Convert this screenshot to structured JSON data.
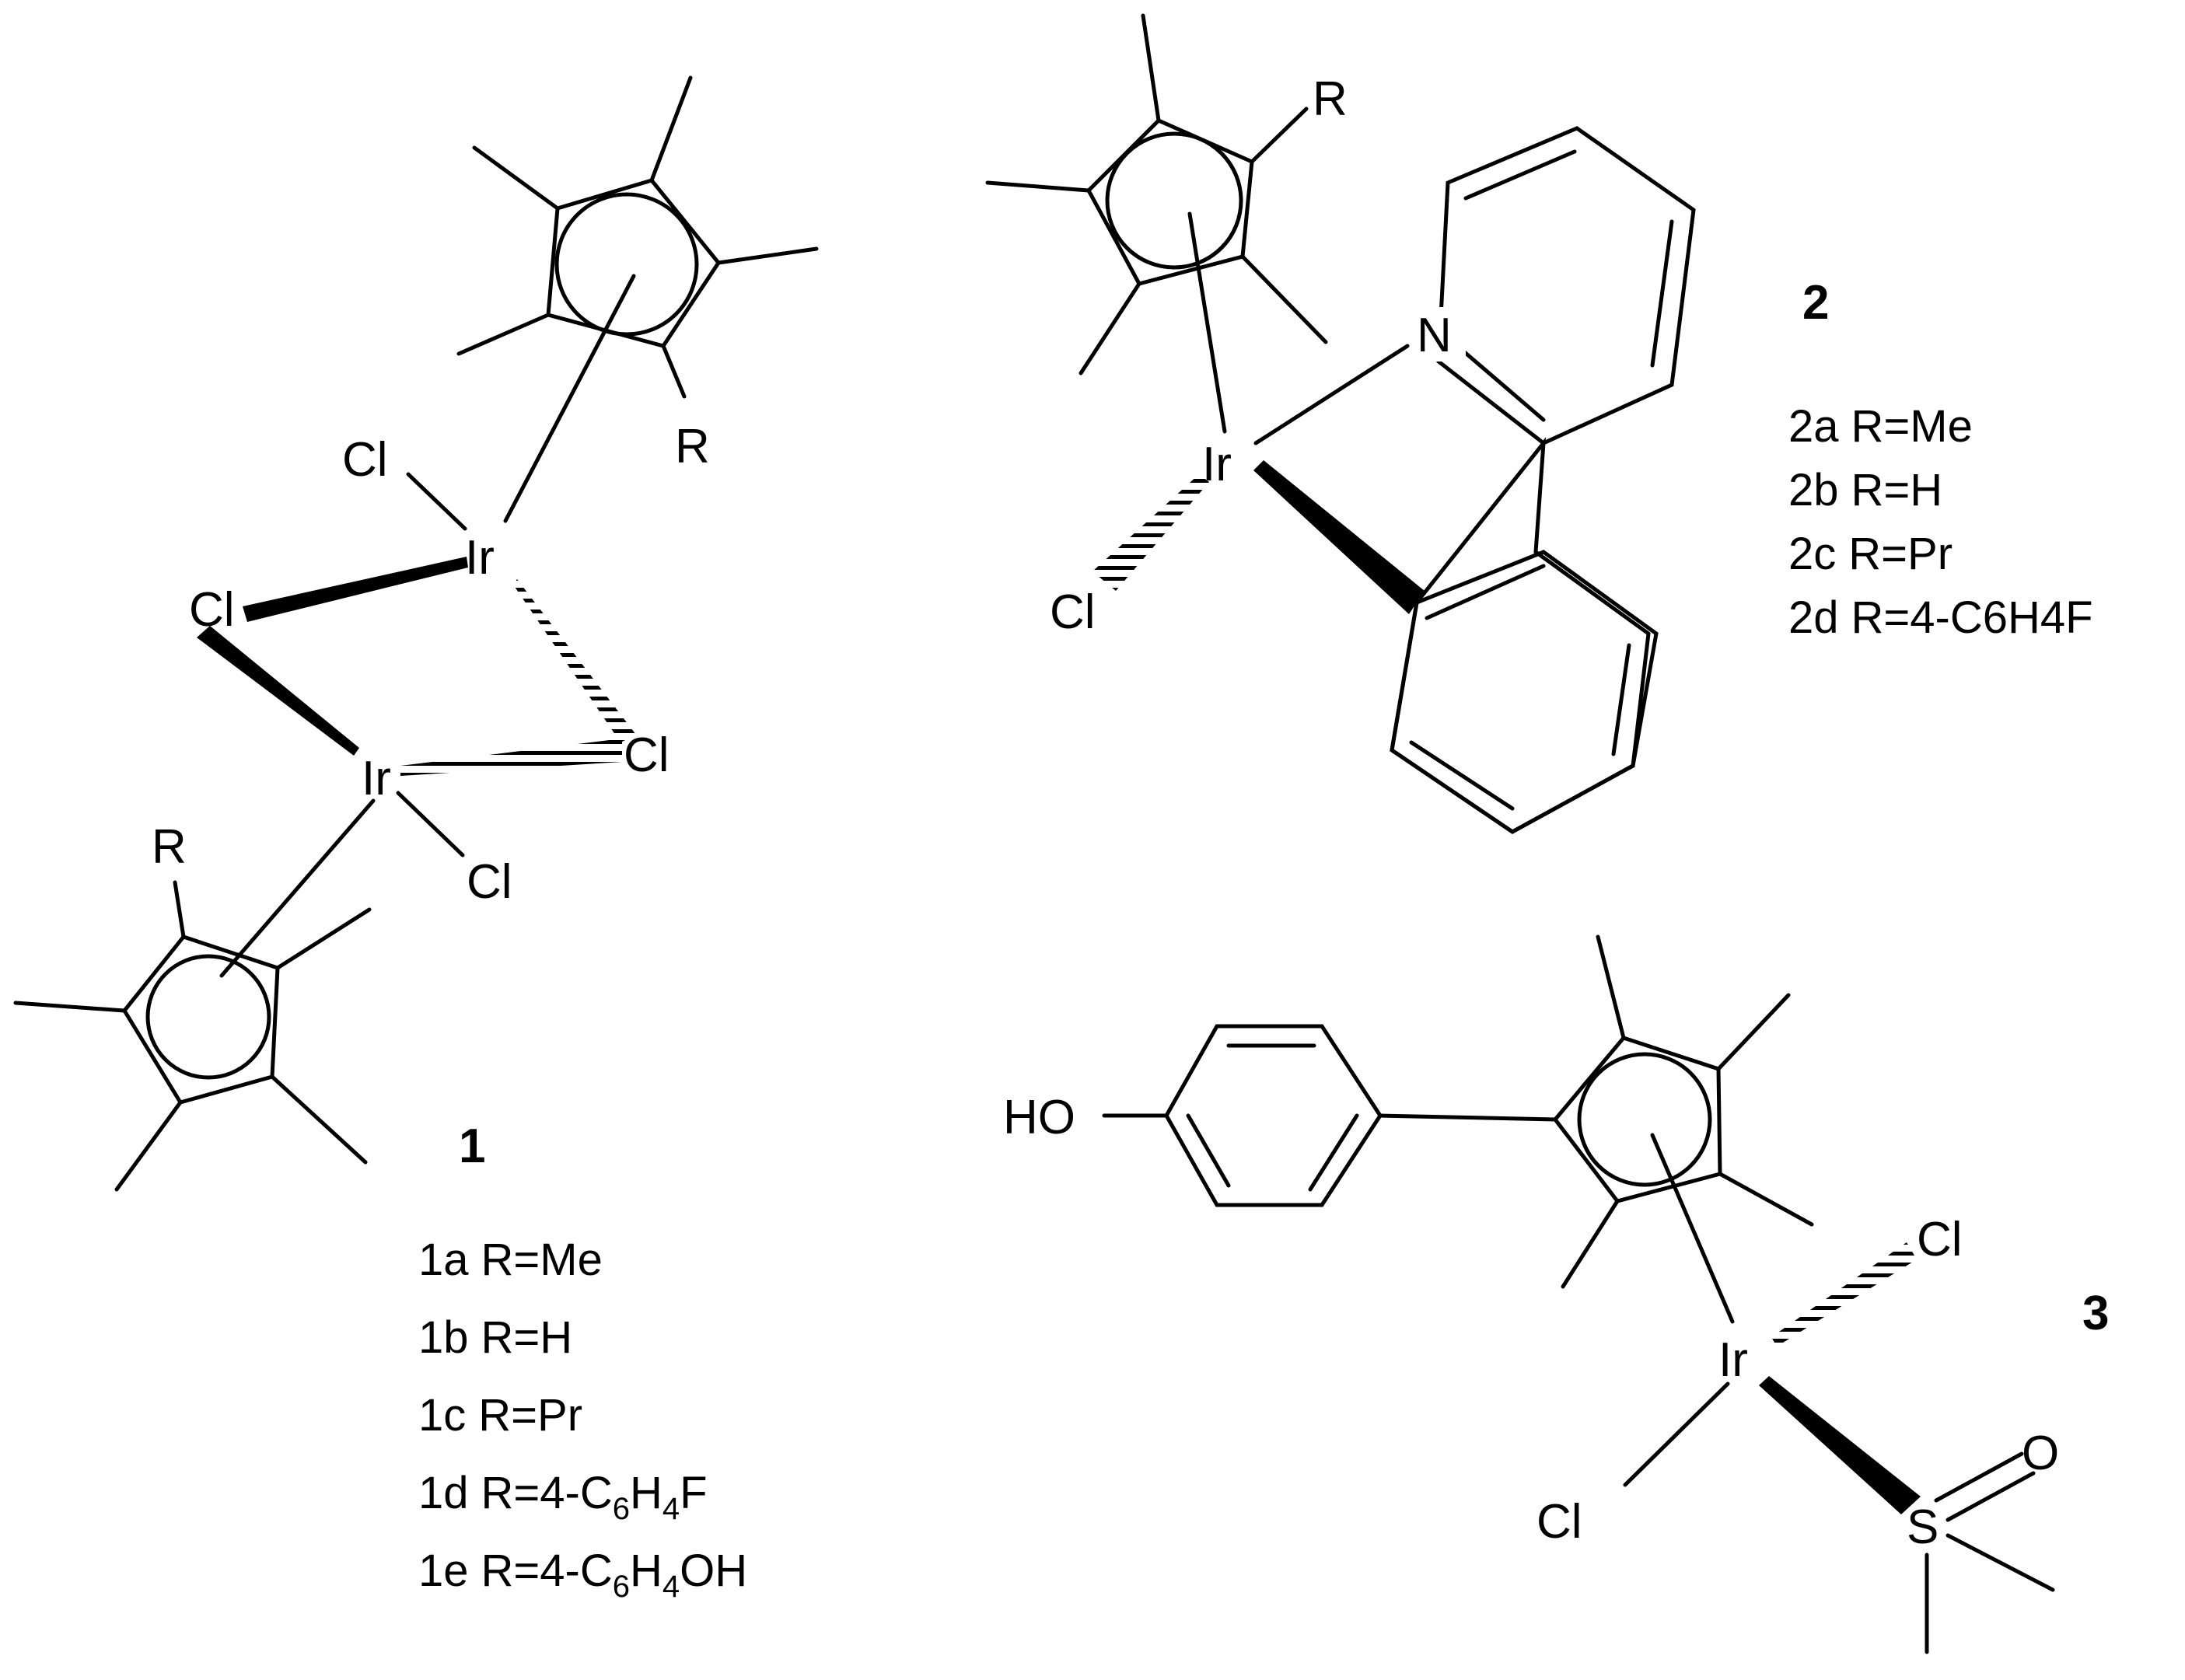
{
  "compounds": [
    {
      "number": "1",
      "variants": [
        {
          "id": "1a",
          "r": "R=Me"
        },
        {
          "id": "1b",
          "r": "R=H"
        },
        {
          "id": "1c",
          "r": "R=Pr"
        },
        {
          "id": "1d",
          "r_pre": "R=4-C",
          "s1": "6",
          "m1": "H",
          "s2": "4",
          "r_post": "F"
        },
        {
          "id": "1e",
          "r_pre": "R=4-C",
          "s1": "6",
          "m1": "H",
          "s2": "4",
          "r_post": "OH"
        }
      ]
    },
    {
      "number": "2",
      "variants": [
        {
          "id": "2a",
          "r": "R=Me"
        },
        {
          "id": "2b",
          "r": "R=H"
        },
        {
          "id": "2c",
          "r": "R=Pr"
        },
        {
          "id": "2d",
          "r": "R=4-C6H4F"
        }
      ]
    },
    {
      "number": "3"
    }
  ],
  "atoms": {
    "ir": "Ir",
    "cl": "Cl",
    "r": "R",
    "n": "N",
    "s": "S",
    "o": "O",
    "ho": "HO"
  }
}
